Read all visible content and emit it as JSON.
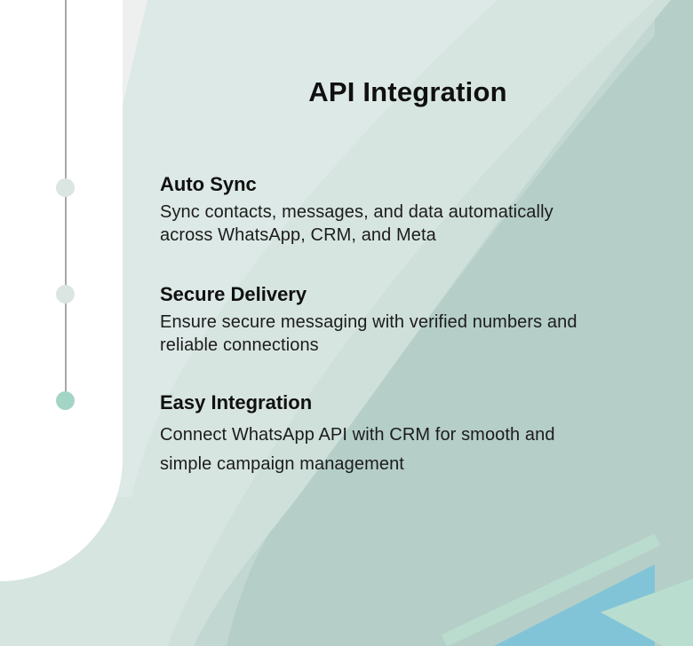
{
  "page": {
    "title": "API Integration"
  },
  "features": [
    {
      "heading": "Auto Sync",
      "description_lines": [
        "Sync contacts, messages, and data automatically",
        "across WhatsApp, CRM, and Meta"
      ]
    },
    {
      "heading": "Secure Delivery",
      "description_lines": [
        "Ensure secure messaging with verified numbers and",
        "reliable connections"
      ]
    },
    {
      "heading": "Easy Integration",
      "description_lines": [
        "Connect WhatsApp API with CRM for smooth and",
        "simple campaign management"
      ]
    }
  ],
  "timeline": {
    "dot_count": 3,
    "active_dot_index": 2
  },
  "colors": {
    "bg-base": "#b5cec8",
    "bg-band-1": "#c2d7d1",
    "bg-band-2": "#cfe0db",
    "bg-band-3": "#d7e5e1",
    "bg-band-4": "#dde9e6",
    "bg-sliver": "#edf0ee",
    "panel": "#ffffff",
    "line": "#a9a9a9",
    "dot": "#dbe5e1",
    "dot-active": "#a3d5c6",
    "accent-blue": "#82c4d7",
    "stripe-mint": "#b9dcce",
    "arrow-mint": "#b9decf",
    "text-heading": "#101010",
    "text-body": "#1c1c1c"
  }
}
